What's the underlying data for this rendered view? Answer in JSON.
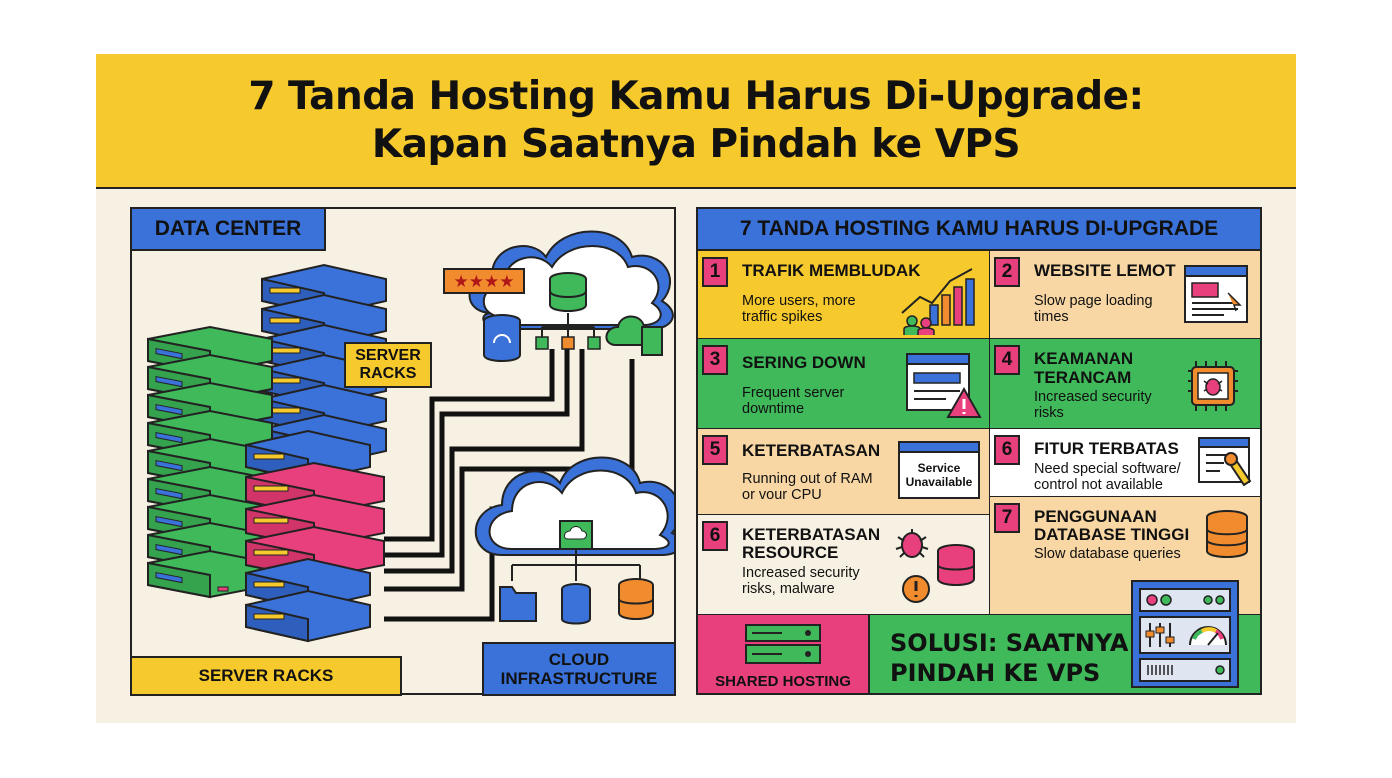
{
  "header": {
    "title_line1": "7 Tanda Hosting Kamu Harus Di-Upgrade:",
    "title_line2": "Kapan Saatnya Pindah ke VPS"
  },
  "left": {
    "data_center_label": "DATA CENTER",
    "server_racks_tag": [
      "SERVER",
      "RACKS"
    ],
    "server_racks_label": "SERVER RACKS",
    "cloud_label": [
      "CLOUD",
      "INFRASTRUCTURE"
    ],
    "rating_stars": "★★★★"
  },
  "right": {
    "heading": "7 TANDA HOSTING KAMU HARUS DI-UPGRADE",
    "signs": [
      {
        "num": "1",
        "title": "TRAFIK MEMBLUDAK",
        "desc": [
          "More users, more",
          "traffic spikes"
        ]
      },
      {
        "num": "2",
        "title": "WEBSITE LEMOT",
        "desc": [
          "Slow page loading",
          "times"
        ]
      },
      {
        "num": "3",
        "title": "SERING DOWN",
        "desc": [
          "Frequent server",
          "downtime"
        ]
      },
      {
        "num": "4",
        "title": [
          "KEAMANAN",
          "TERANCAM"
        ],
        "desc": [
          "Increased security",
          "risks"
        ]
      },
      {
        "num": "5",
        "title": "KETERBATASAN",
        "desc": [
          "Running out of RAM",
          "or vour CPU"
        ]
      },
      {
        "num": "6",
        "title": "FITUR TERBATAS",
        "desc": [
          "Need special software/",
          "control not available"
        ]
      },
      {
        "num": "6",
        "title": [
          "KETERBATASAN",
          "RESOURCE"
        ],
        "desc": [
          "Increased security",
          "risks, malware"
        ]
      },
      {
        "num": "7",
        "title": [
          "PENGGUNAAN",
          "DATABASE TINGGI"
        ],
        "desc": [
          "Slow database queries"
        ]
      }
    ],
    "service_unavailable": [
      "Service",
      "Unavailable"
    ],
    "shared_hosting_label": "SHARED HOSTING",
    "solution": [
      "SOLUSI: SAATNYA",
      "PINDAH KE VPS"
    ]
  },
  "colors": {
    "yellow": "#f6c92c",
    "blue": "#3a72d9",
    "green": "#3fb95a",
    "pink": "#e8407c",
    "orange": "#f08c2e",
    "peach": "#f8d7a4",
    "cream": "#f7f1e3"
  }
}
